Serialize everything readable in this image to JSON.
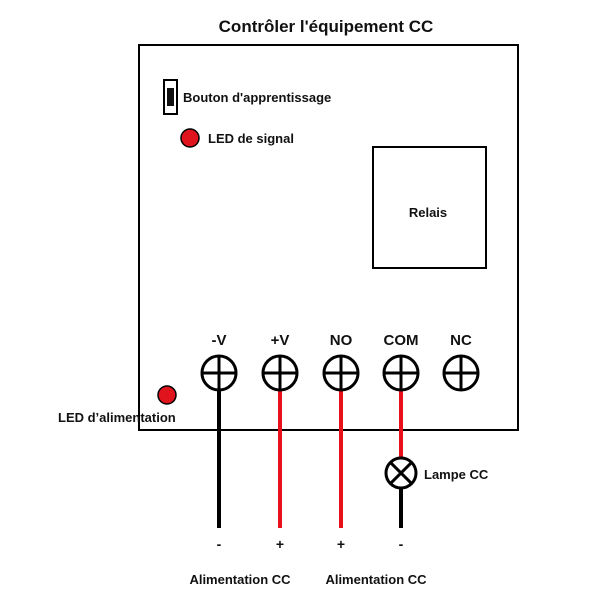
{
  "title": "Contrôler l'équipement CC",
  "board": {
    "learn_button_label": "Bouton d'apprentissage",
    "signal_led_label": "LED de signal",
    "power_led_label": "LED d’alimentation",
    "relay_label": "Relais"
  },
  "terminals": [
    {
      "id": "minus-v",
      "label": "-V"
    },
    {
      "id": "plus-v",
      "label": "+V"
    },
    {
      "id": "no",
      "label": "NO"
    },
    {
      "id": "com",
      "label": "COM"
    },
    {
      "id": "nc",
      "label": "NC"
    }
  ],
  "lamp_label": "Lampe CC",
  "polarity": {
    "minus_v": "-",
    "plus_v": "+",
    "no": "+",
    "com": "-"
  },
  "power_supplies": {
    "left": "Alimentation CC",
    "right": "Alimentation CC"
  },
  "colors": {
    "wire_negative": "#000000",
    "wire_positive": "#e8101a",
    "led": "#e0141c",
    "outline": "#000000"
  }
}
